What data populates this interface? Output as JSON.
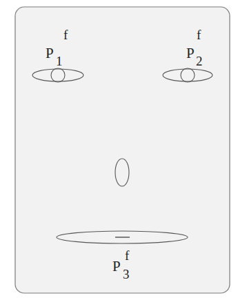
{
  "diagram": {
    "labels": [
      "P",
      "1",
      "f",
      "P",
      "2",
      "f",
      "P",
      "3",
      "f"
    ]
  }
}
